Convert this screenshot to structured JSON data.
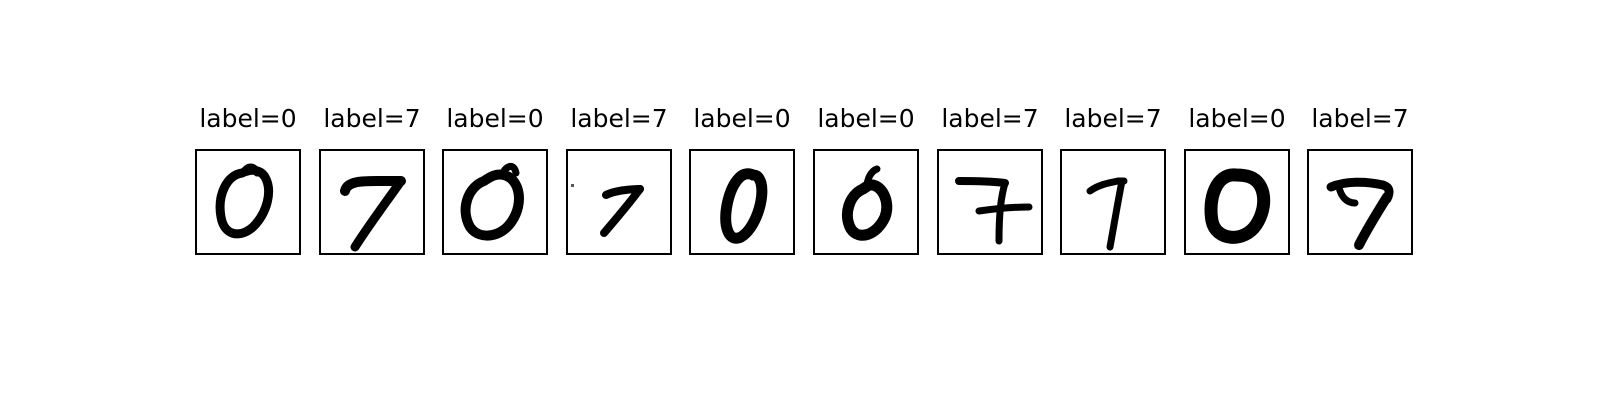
{
  "panels": [
    {
      "label": "label=0",
      "digit": "0",
      "variant": "a"
    },
    {
      "label": "label=7",
      "digit": "7",
      "variant": "a"
    },
    {
      "label": "label=0",
      "digit": "0",
      "variant": "b"
    },
    {
      "label": "label=7",
      "digit": "7",
      "variant": "b"
    },
    {
      "label": "label=0",
      "digit": "0",
      "variant": "c"
    },
    {
      "label": "label=0",
      "digit": "0",
      "variant": "d"
    },
    {
      "label": "label=7",
      "digit": "7",
      "variant": "c"
    },
    {
      "label": "label=7",
      "digit": "7",
      "variant": "d"
    },
    {
      "label": "label=0",
      "digit": "0",
      "variant": "e"
    },
    {
      "label": "label=7",
      "digit": "7",
      "variant": "e"
    }
  ],
  "colors": {
    "ink": "#000000",
    "frame": "#000000",
    "background": "#ffffff"
  }
}
